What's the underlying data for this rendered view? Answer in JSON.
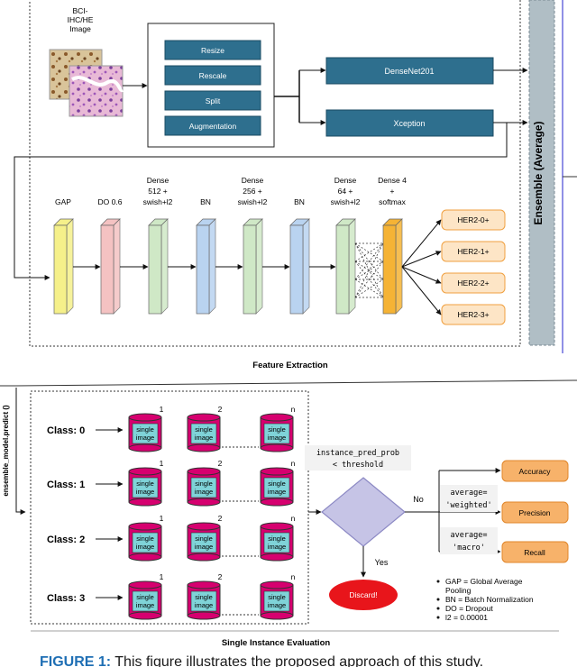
{
  "input": {
    "label_lines": [
      "BCI-",
      "IHC/HE",
      "Image"
    ]
  },
  "preprocess": {
    "steps": [
      "Resize",
      "Rescale",
      "Split",
      "Augmentation"
    ]
  },
  "backbones": [
    "DenseNet201",
    "Xception"
  ],
  "ensemble_label": "Ensemble (Average)",
  "layers": [
    {
      "label_lines": [
        "GAP"
      ],
      "color": "#f5f08a"
    },
    {
      "label_lines": [
        "DO 0.6"
      ],
      "color": "#f4c2c2"
    },
    {
      "label_lines": [
        "Dense",
        "512 +",
        "swish+l2"
      ],
      "color": "#cfe8c6"
    },
    {
      "label_lines": [
        "BN"
      ],
      "color": "#b9d3f0"
    },
    {
      "label_lines": [
        "Dense",
        "256 +",
        "swish+l2"
      ],
      "color": "#cfe8c6"
    },
    {
      "label_lines": [
        "BN"
      ],
      "color": "#b9d3f0"
    },
    {
      "label_lines": [
        "Dense",
        "64 +",
        "swish+l2"
      ],
      "color": "#cfe8c6"
    },
    {
      "label_lines": [
        "Dense 4",
        "+",
        "softmax"
      ],
      "color": "#f5b335"
    }
  ],
  "outputs": [
    "HER2-0+",
    "HER2-1+",
    "HER2-2+",
    "HER2-3+"
  ],
  "feature_extraction_label": "Feature Extraction",
  "predict_label": "ensemble_model.predict ()",
  "classes": [
    {
      "label": "Class: 0",
      "indices": [
        "1",
        "2",
        "n"
      ]
    },
    {
      "label": "Class: 1",
      "indices": [
        "1",
        "2",
        "n"
      ]
    },
    {
      "label": "Class: 2",
      "indices": [
        "1",
        "2",
        "n"
      ]
    },
    {
      "label": "Class: 3",
      "indices": [
        "1",
        "2",
        "n"
      ]
    }
  ],
  "single_image_lines": [
    "single",
    "image"
  ],
  "condition_lines": [
    "instance_pred_prob",
    "< threshold"
  ],
  "no_label": "No",
  "yes_label": "Yes",
  "discard_label": "Discard!",
  "averages": [
    {
      "lines": [
        "average=",
        "'weighted'"
      ]
    },
    {
      "lines": [
        "average=",
        "'macro'"
      ]
    }
  ],
  "metrics": [
    "Accuracy",
    "Precision",
    "Recall"
  ],
  "legend": [
    [
      "GAP = Global Average",
      "Pooling"
    ],
    [
      "BN = Batch Normalization"
    ],
    [
      "DO = Dropout"
    ],
    [
      "l2 = 0.00001"
    ]
  ],
  "single_instance_label": "Single Instance Evaluation",
  "caption": {
    "label": "FIGURE 1:",
    "text": " This figure illustrates the proposed approach of this study."
  },
  "colors": {
    "step_fill": "#2e6f8e",
    "backbone_fill": "#2e6f8e",
    "ensemble_fill": "#b0bec5",
    "output_fill": "#fde5c6",
    "output_stroke": "#f0a040",
    "metric_fill": "#f7b26a",
    "metric_stroke": "#e0862a",
    "cylinder_fill": "#d6006f",
    "cylinder_inner": "#7fd3d8",
    "diamond_fill": "#c6c4e6",
    "diamond_stroke": "#8c89c4",
    "discard_fill": "#e8151b",
    "caption_label": "#1f6fb4"
  }
}
